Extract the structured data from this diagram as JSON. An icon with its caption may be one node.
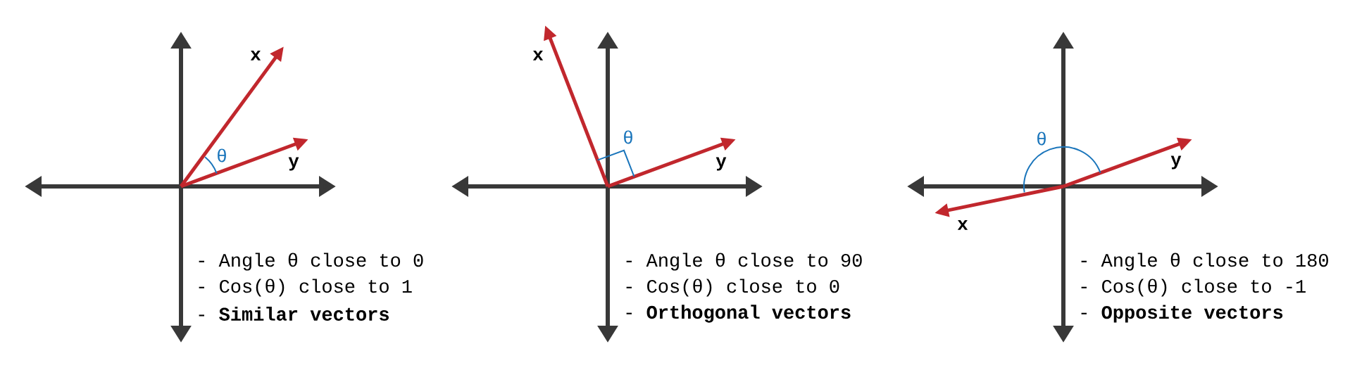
{
  "diagram": {
    "labels": [
      "x",
      "θ",
      "y",
      "- Angle θ close to 0",
      "- Cos(θ) close to 1",
      "- **Similar vectors**",
      "x",
      "θ",
      "y",
      "- Angle θ close to 90",
      "- Cos(θ) close to 0",
      "- **Orthogonal vectors**",
      "x",
      "θ",
      "y",
      "- Angle θ close to 180",
      "- Cos(θ) close to -1",
      "- **Opposite vectors**"
    ]
  }
}
